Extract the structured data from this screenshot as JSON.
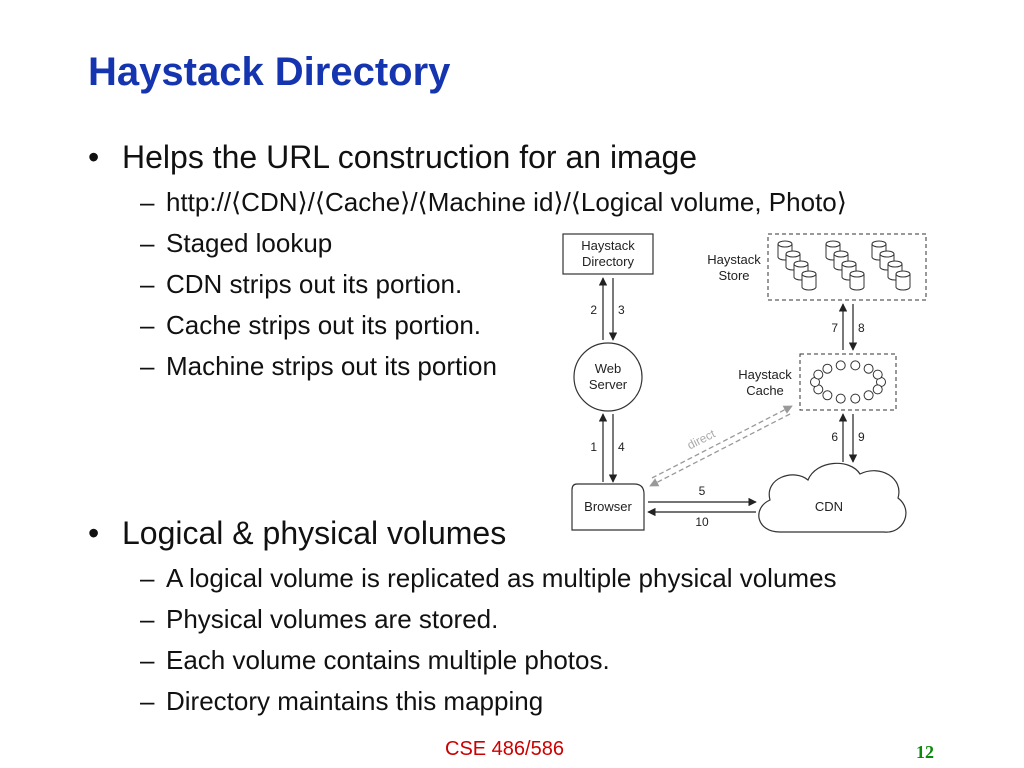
{
  "slide": {
    "title": "Haystack Directory",
    "footer": "CSE 486/586",
    "page_number": "12",
    "colors": {
      "title": "#1535b0",
      "footer": "#cc0000",
      "page_number": "#0a8a0a"
    }
  },
  "bullets_top": {
    "main": "Helps the URL construction for an image",
    "subs": [
      "http://⟨CDN⟩/⟨Cache⟩/⟨Machine id⟩/⟨Logical volume, Photo⟩",
      "Staged lookup",
      "CDN strips out its portion.",
      "Cache strips out its portion.",
      "Machine strips out its portion"
    ]
  },
  "bullets_bottom": {
    "main": "Logical & physical volumes",
    "subs": [
      "A logical volume is replicated as multiple physical volumes",
      "Physical volumes are stored.",
      "Each volume contains multiple photos.",
      "Directory maintains this mapping"
    ]
  },
  "diagram": {
    "directory_line1": "Haystack",
    "directory_line2": "Directory",
    "store_line1": "Haystack",
    "store_line2": "Store",
    "webserver_line1": "Web",
    "webserver_line2": "Server",
    "cache_line1": "Haystack",
    "cache_line2": "Cache",
    "browser": "Browser",
    "cdn": "CDN",
    "direct": "direct",
    "steps": {
      "s1": "1",
      "s2": "2",
      "s3": "3",
      "s4": "4",
      "s5": "5",
      "s6": "6",
      "s7": "7",
      "s8": "8",
      "s9": "9",
      "s10": "10"
    }
  }
}
